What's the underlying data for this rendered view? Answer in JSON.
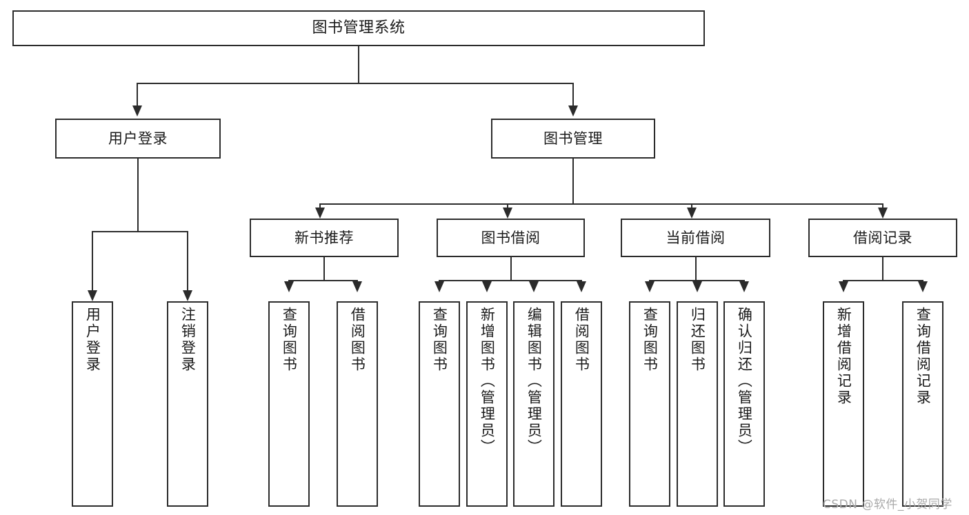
{
  "diagram": {
    "title": "图书管理系统",
    "type": "tree",
    "root": {
      "id": "root",
      "label": "图书管理系统"
    },
    "level1": [
      {
        "id": "user-login",
        "label": "用户登录"
      },
      {
        "id": "book-manage",
        "label": "图书管理"
      }
    ],
    "level2": [
      {
        "id": "new-book-rec",
        "label": "新书推荐",
        "parent": "book-manage"
      },
      {
        "id": "book-borrow",
        "label": "图书借阅",
        "parent": "book-manage"
      },
      {
        "id": "current-borrow",
        "label": "当前借阅",
        "parent": "book-manage"
      },
      {
        "id": "borrow-record",
        "label": "借阅记录",
        "parent": "book-manage"
      }
    ],
    "leaves": [
      {
        "id": "leaf-user-login",
        "label": "用户登录",
        "parent": "user-login"
      },
      {
        "id": "leaf-user-logout",
        "label": "注销登录",
        "parent": "user-login"
      },
      {
        "id": "leaf-query-book-1",
        "label": "查询图书",
        "parent": "new-book-rec"
      },
      {
        "id": "leaf-borrow-book-1",
        "label": "借阅图书",
        "parent": "new-book-rec"
      },
      {
        "id": "leaf-query-book-2",
        "label": "查询图书",
        "parent": "book-borrow"
      },
      {
        "id": "leaf-add-book",
        "label": "新增图书（管理员）",
        "parent": "book-borrow"
      },
      {
        "id": "leaf-edit-book",
        "label": "编辑图书（管理员）",
        "parent": "book-borrow"
      },
      {
        "id": "leaf-borrow-book-2",
        "label": "借阅图书",
        "parent": "book-borrow"
      },
      {
        "id": "leaf-query-book-3",
        "label": "查询图书",
        "parent": "current-borrow"
      },
      {
        "id": "leaf-return-book",
        "label": "归还图书",
        "parent": "current-borrow"
      },
      {
        "id": "leaf-confirm-return",
        "label": "确认归还（管理员）",
        "parent": "current-borrow"
      },
      {
        "id": "leaf-add-record",
        "label": "新增借阅记录",
        "parent": "borrow-record"
      },
      {
        "id": "leaf-query-record",
        "label": "查询借阅记录",
        "parent": "borrow-record"
      }
    ],
    "colors": {
      "stroke": "#2b2b2b",
      "background": "#ffffff",
      "text": "#1a1a1a",
      "watermark": "#a9a9a9"
    }
  },
  "watermark": {
    "text": "CSDN @软件_小贺同学"
  }
}
